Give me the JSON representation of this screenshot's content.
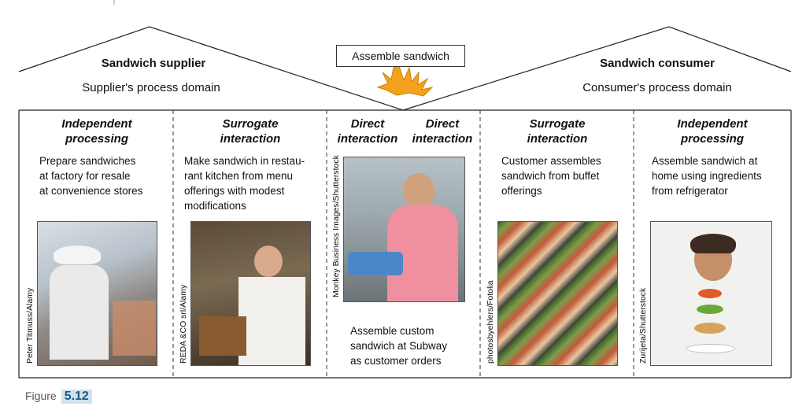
{
  "center_label": "Assemble sandwich",
  "supplier": {
    "title": "Sandwich supplier",
    "subtitle": "Supplier's process domain"
  },
  "consumer": {
    "title": "Sandwich consumer",
    "subtitle": "Consumer's process domain"
  },
  "columns": [
    {
      "heading": [
        "Independent",
        "processing"
      ],
      "description": [
        "Prepare sandwiches",
        "at factory for resale",
        "at convenience stores"
      ],
      "credit": "Peter Titmuss/Alamy"
    },
    {
      "heading": [
        "Surrogate",
        "interaction"
      ],
      "description": [
        "Make sandwich in restau-",
        "rant kitchen from menu",
        "offerings with modest",
        "modifications"
      ],
      "credit": "REDA &CO srl/Alamy"
    },
    {
      "heading_left": [
        "Direct",
        "interaction"
      ],
      "heading_right": [
        "Direct",
        "interaction"
      ],
      "description": [
        "Assemble custom",
        "sandwich at Subway",
        "as customer orders"
      ],
      "credit": "Monkey Business Images/Shutterstock"
    },
    {
      "heading": [
        "Surrogate",
        "interaction"
      ],
      "description": [
        "Customer assembles",
        "sandwich from buffet",
        "offerings"
      ],
      "credit": "photosbyehlers/Fotolia"
    },
    {
      "heading": [
        "Independent",
        "processing"
      ],
      "description": [
        "Assemble sandwich at",
        "home using ingredients",
        "from refrigerator"
      ],
      "credit": "Zurijeta/Shutterstock"
    }
  ],
  "figure": {
    "label": "Figure",
    "number": "5.12"
  },
  "colors": {
    "burst": "#f4a21d",
    "caption_bg": "#cfe3ee",
    "caption_num": "#1b5a86"
  }
}
